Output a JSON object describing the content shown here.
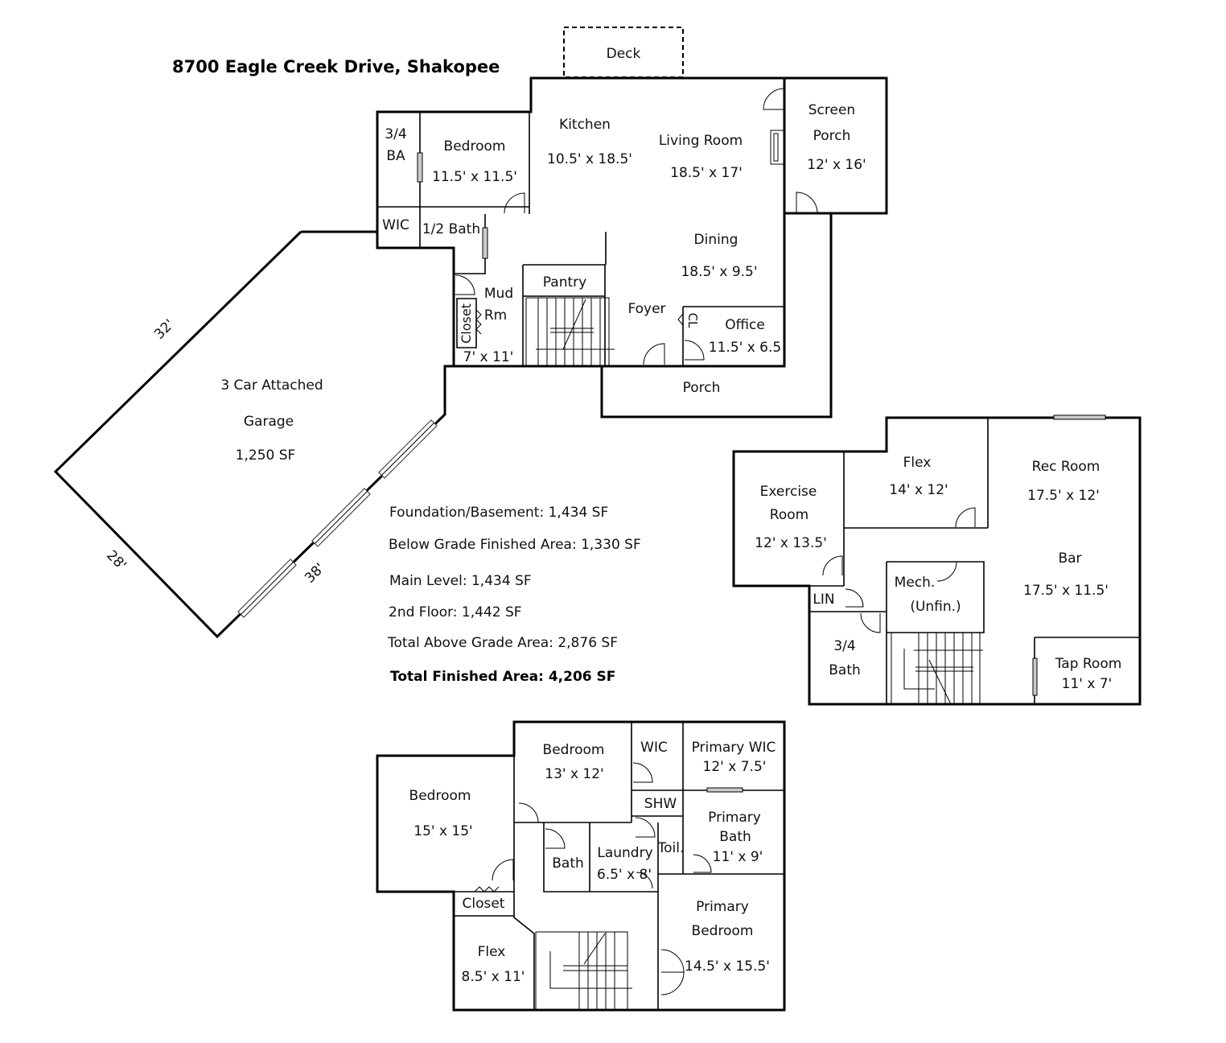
{
  "title": "8700 Eagle Creek Drive, Shakopee",
  "main_level": {
    "deck": "Deck",
    "kitchen": {
      "name": "Kitchen",
      "size": "10.5' x 18.5'"
    },
    "living": {
      "name": "Living Room",
      "size": "18.5' x 17'"
    },
    "screen_porch": {
      "name1": "Screen",
      "name2": "Porch",
      "size": "12' x 16'"
    },
    "bath34": {
      "name1": "3/4",
      "name2": "BA"
    },
    "bedroom": {
      "name": "Bedroom",
      "size": "11.5' x 11.5'"
    },
    "wic": "WIC",
    "half_bath": "1/2 Bath",
    "dining": {
      "name": "Dining",
      "size": "18.5' x 9.5'"
    },
    "pantry": "Pantry",
    "mud": {
      "name1": "Mud",
      "name2": "Rm",
      "size": "7' x 11'"
    },
    "closet": "Closet",
    "foyer": "Foyer",
    "cl": "CL",
    "office": {
      "name": "Office",
      "size": "11.5' x 6.5"
    },
    "porch": "Porch"
  },
  "garage": {
    "name1": "3 Car Attached",
    "name2": "Garage",
    "area": "1,250 SF",
    "dim_top": "32'",
    "dim_left": "28'",
    "dim_bottom": "38'"
  },
  "summary": [
    "Foundation/Basement: 1,434 SF",
    "Below Grade Finished Area: 1,330 SF",
    "Main Level: 1,434 SF",
    "2nd Floor: 1,442 SF",
    "Total Above Grade Area: 2,876 SF"
  ],
  "summary_total": "Total Finished Area: 4,206 SF",
  "basement": {
    "exercise": {
      "name1": "Exercise",
      "name2": "Room",
      "size": "12' x 13.5'"
    },
    "flex": {
      "name": "Flex",
      "size": "14' x 12'"
    },
    "rec": {
      "name": "Rec Room",
      "size": "17.5' x 12'"
    },
    "bar": {
      "name": "Bar",
      "size": "17.5' x 11.5'"
    },
    "lin": "LIN",
    "mech": {
      "name1": "Mech.",
      "name2": "(Unfin.)"
    },
    "bath34": {
      "name1": "3/4",
      "name2": "Bath"
    },
    "tap": {
      "name": "Tap Room",
      "size": "11' x 7'"
    }
  },
  "upper": {
    "bedroom2": {
      "name": "Bedroom",
      "size": "13' x 12'"
    },
    "wic": "WIC",
    "primary_wic": {
      "name": "Primary WIC",
      "size": "12' x 7.5'"
    },
    "bedroom1": {
      "name": "Bedroom",
      "size": "15' x 15'"
    },
    "shw": "SHW",
    "toil": "Toil.",
    "primary_bath": {
      "name1": "Primary",
      "name2": "Bath",
      "size": "11' x 9'"
    },
    "bath": "Bath",
    "laundry": {
      "name": "Laundry",
      "size": "6.5' x 8'"
    },
    "closet": "Closet",
    "primary_bed": {
      "name1": "Primary",
      "name2": "Bedroom",
      "size": "14.5' x 15.5'"
    },
    "flex": {
      "name": "Flex",
      "size": "8.5' x 11'"
    }
  }
}
